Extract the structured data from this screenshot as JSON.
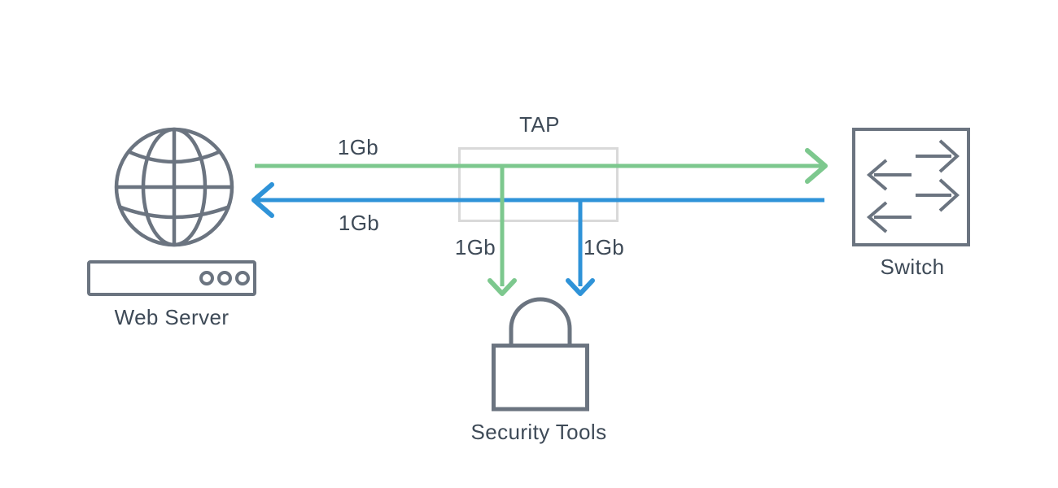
{
  "diagram": {
    "nodes": {
      "web_server": {
        "label": "Web Server",
        "icon": "globe-icon + server-box-icon"
      },
      "tap": {
        "label": "TAP",
        "icon": "tap-box"
      },
      "switch": {
        "label": "Switch",
        "icon": "switch-arrows-icon"
      },
      "security_tools": {
        "label": "Security Tools",
        "icon": "padlock-icon"
      }
    },
    "links": {
      "web_to_switch": {
        "label": "1Gb",
        "color": "#7dc88e",
        "direction": "right",
        "from": "Web Server",
        "to": "Switch"
      },
      "switch_to_web": {
        "label": "1Gb",
        "color": "#2f93d8",
        "direction": "left",
        "from": "Switch",
        "to": "Web Server"
      },
      "tap_to_security_green": {
        "label": "1Gb",
        "color": "#7dc88e",
        "direction": "down",
        "from": "TAP",
        "to": "Security Tools"
      },
      "tap_to_security_blue": {
        "label": "1Gb",
        "color": "#2f93d8",
        "direction": "down",
        "from": "TAP",
        "to": "Security Tools"
      }
    },
    "colors": {
      "green": "#7dc88e",
      "blue": "#2f93d8",
      "icon_gray": "#6b7480",
      "tap_border": "#d9d9d9",
      "text": "#3e4a57",
      "background": "#ffffff"
    }
  }
}
